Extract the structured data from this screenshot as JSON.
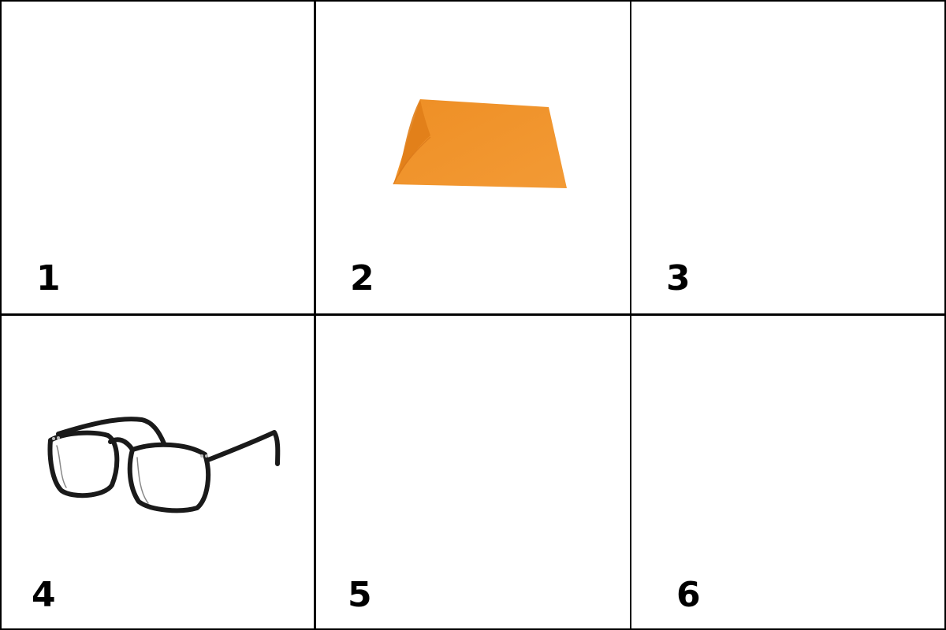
{
  "cells": [
    {
      "number": "1",
      "object": null
    },
    {
      "number": "2",
      "object": "envelope-icon",
      "color": "#F0962E"
    },
    {
      "number": "3",
      "object": null
    },
    {
      "number": "4",
      "object": "eyeglasses-icon",
      "color": "#1A1A1A"
    },
    {
      "number": "5",
      "object": null
    },
    {
      "number": "6",
      "object": null
    }
  ]
}
